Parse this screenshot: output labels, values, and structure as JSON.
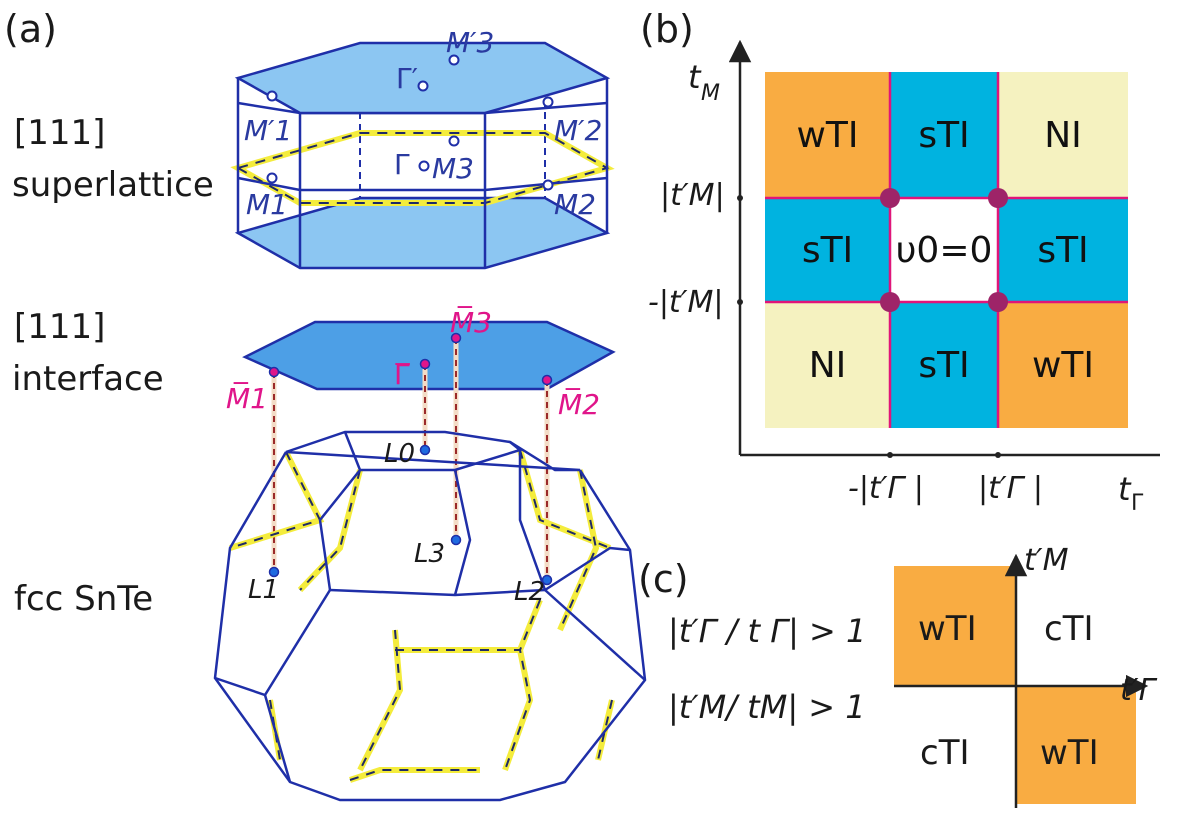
{
  "panel_a": {
    "tag": "(a)",
    "superlattice": {
      "line1": "[111]",
      "line2": "superlattice",
      "points": {
        "m3p": "M′3",
        "gp": "Γ′",
        "m1p": "M′1",
        "m2p": "M′2",
        "g": "Γ",
        "m3": "M3",
        "m1": "M1",
        "m2": "M2"
      }
    },
    "interface": {
      "line1": "[111]",
      "line2": "interface",
      "points": {
        "m3bar": "M̅3",
        "gbar": "Γ̅",
        "m1bar": "M̅1",
        "m2bar": "M̅2"
      }
    },
    "bulk": {
      "label": "fcc SnTe",
      "points": {
        "l0": "L0",
        "l1": "L1",
        "l2": "L2",
        "l3": "L3"
      }
    },
    "colors": {
      "face": "#8cc6f2",
      "edge": "#1f2fa8",
      "dash_yellow": "#f4ec3c",
      "dash_red": "#9b2a2a",
      "pink": "#e0158a"
    }
  },
  "panel_b": {
    "tag": "(b)",
    "y_axis_label": "t",
    "y_axis_sub": "M",
    "x_axis_label": "t",
    "x_axis_sub": "Γ",
    "y_ticks": [
      "|t′M|",
      "-|t′M|"
    ],
    "x_ticks": [
      "-|t′Γ |",
      "|t′Γ |"
    ],
    "cells": [
      [
        "wTI",
        "sTI",
        "NI"
      ],
      [
        "sTI",
        "υ0=0",
        "sTI"
      ],
      [
        "NI",
        "sTI",
        "wTI"
      ]
    ],
    "cell_colors": [
      [
        "#f9ac42",
        "#00b3e0",
        "#f5f2c0"
      ],
      [
        "#00b3e0",
        "#ffffff",
        "#00b3e0"
      ],
      [
        "#f5f2c0",
        "#00b3e0",
        "#f9ac42"
      ]
    ],
    "boundary_color": "#e0157a",
    "node_color": "#9e2468"
  },
  "panel_c": {
    "tag": "(c)",
    "cond1": "|t′Γ / t Γ| > 1",
    "cond2": "|t′M/ tM| > 1",
    "x_axis": "t′Γ",
    "y_axis": "t′M",
    "quadrants": {
      "top_left": "wTI",
      "top_right": "cTI",
      "bottom_left": "cTI",
      "bottom_right": "wTI"
    },
    "fill": "#f9ac42"
  }
}
